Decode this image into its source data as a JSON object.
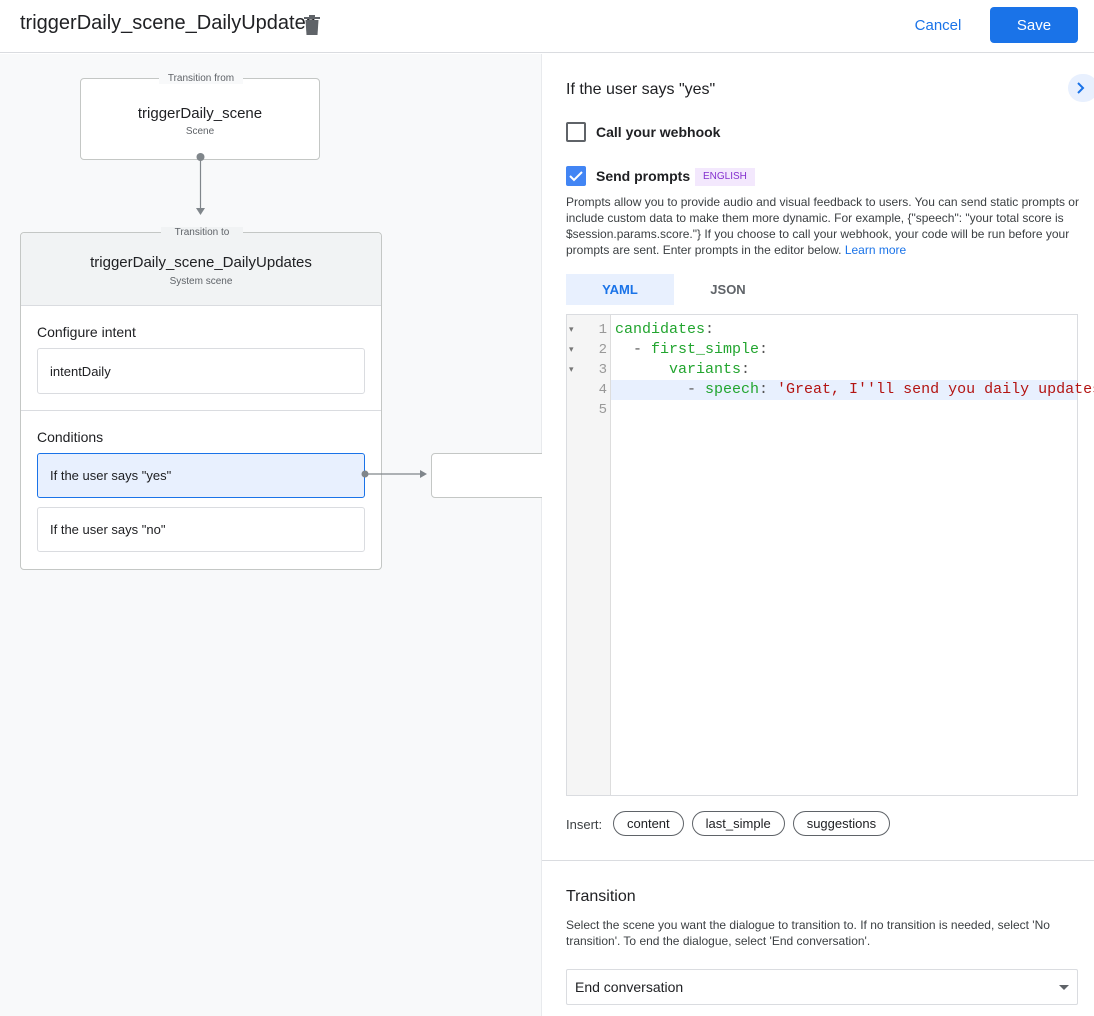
{
  "header": {
    "title": "triggerDaily_scene_DailyUpdates",
    "cancel": "Cancel",
    "save": "Save"
  },
  "flow": {
    "from": {
      "legend": "Transition from",
      "name": "triggerDaily_scene",
      "type": "Scene"
    },
    "to": {
      "legend": "Transition to",
      "name": "triggerDaily_scene_DailyUpdates",
      "type": "System scene"
    },
    "configure_intent": {
      "label": "Configure intent",
      "intent": "intentDaily"
    },
    "conditions": {
      "label": "Conditions",
      "items": [
        "If the user says \"yes\"",
        "If the user says \"no\""
      ],
      "selected": 0
    }
  },
  "panel": {
    "title": "If the user says \"yes\"",
    "webhook": {
      "label": "Call your webhook",
      "checked": false
    },
    "prompts": {
      "label": "Send prompts",
      "checked": true,
      "badge": "ENGLISH",
      "description": "Prompts allow you to provide audio and visual feedback to users. You can send static prompts or include custom data to make them more dynamic. For example, {\"speech\": \"your total score is $session.params.score.\"} If you choose to call your webhook, your code will be run before your prompts are sent. Enter prompts in the editor below. ",
      "learn_more": "Learn more"
    },
    "tabs": [
      "YAML",
      "JSON"
    ],
    "active_tab": "YAML",
    "editor": {
      "line_numbers": [
        "1",
        "2",
        "3",
        "4",
        "5"
      ],
      "lines": [
        [
          {
            "t": "candidates",
            "c": "k"
          },
          {
            "t": ":",
            "c": "p"
          }
        ],
        [
          {
            "t": "  - ",
            "c": "p"
          },
          {
            "t": "first_simple",
            "c": "k"
          },
          {
            "t": ":",
            "c": "p"
          }
        ],
        [
          {
            "t": "      variants",
            "c": "k"
          },
          {
            "t": ":",
            "c": "p"
          }
        ],
        [
          {
            "t": "        - ",
            "c": "p"
          },
          {
            "t": "speech",
            "c": "k"
          },
          {
            "t": ": ",
            "c": "p"
          },
          {
            "t": "'Great, I''ll send you daily updates.",
            "c": "s"
          }
        ],
        []
      ]
    },
    "insert": {
      "label": "Insert:",
      "chips": [
        "content",
        "last_simple",
        "suggestions"
      ]
    },
    "transition": {
      "title": "Transition",
      "description": "Select the scene you want the dialogue to transition to. If no transition is needed, select 'No transition'. To end the dialogue, select 'End conversation'.",
      "selected": "End conversation"
    }
  },
  "colors": {
    "accent": "#1a73e8",
    "badge_bg": "#f3e8fd",
    "badge_text": "#8430ce",
    "selected_bg": "#e8f0fe"
  }
}
